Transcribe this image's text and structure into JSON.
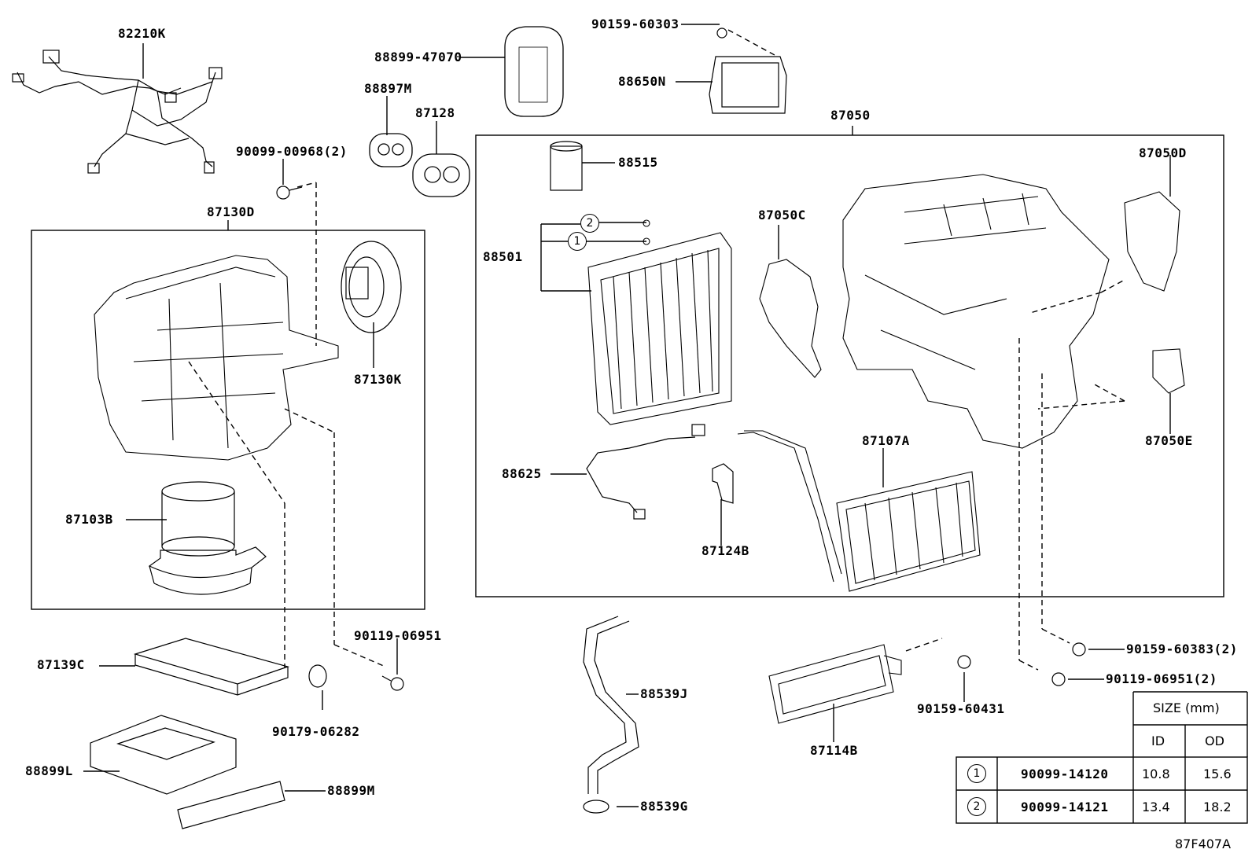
{
  "parts": {
    "p82210K": "82210K",
    "p88899_47070": "88899-47070",
    "p90159_60303": "90159-60303",
    "p88650N": "88650N",
    "p88897M": "88897M",
    "p87128": "87128",
    "p90099_00968": "90099-00968(2)",
    "p87130D": "87130D",
    "p87130K": "87130K",
    "p87103B": "87103B",
    "p87050": "87050",
    "p88515": "88515",
    "p87050D": "87050D",
    "p87050C": "87050C",
    "p88501": "88501",
    "p87050E": "87050E",
    "p87107A": "87107A",
    "p88625": "88625",
    "p87124B": "87124B",
    "p90119_06951": "90119-06951",
    "p87139C": "87139C",
    "p90179_06282": "90179-06282",
    "p88899L": "88899L",
    "p88899M": "88899M",
    "p88539J": "88539J",
    "p88539G": "88539G",
    "p87114B": "87114B",
    "p90159_60431": "90159-60431",
    "p90159_60383": "90159-60383(2)",
    "p90119_06951_2": "90119-06951(2)"
  },
  "callouts": {
    "one": "1",
    "two": "2"
  },
  "size_table": {
    "header": "SIZE (mm)",
    "col_id": "ID",
    "col_od": "OD",
    "rows": [
      {
        "mark": "1",
        "part": "90099-14120",
        "id": "10.8",
        "od": "15.6"
      },
      {
        "mark": "2",
        "part": "90099-14121",
        "id": "13.4",
        "od": "18.2"
      }
    ]
  },
  "diagram_code": "87F407A"
}
